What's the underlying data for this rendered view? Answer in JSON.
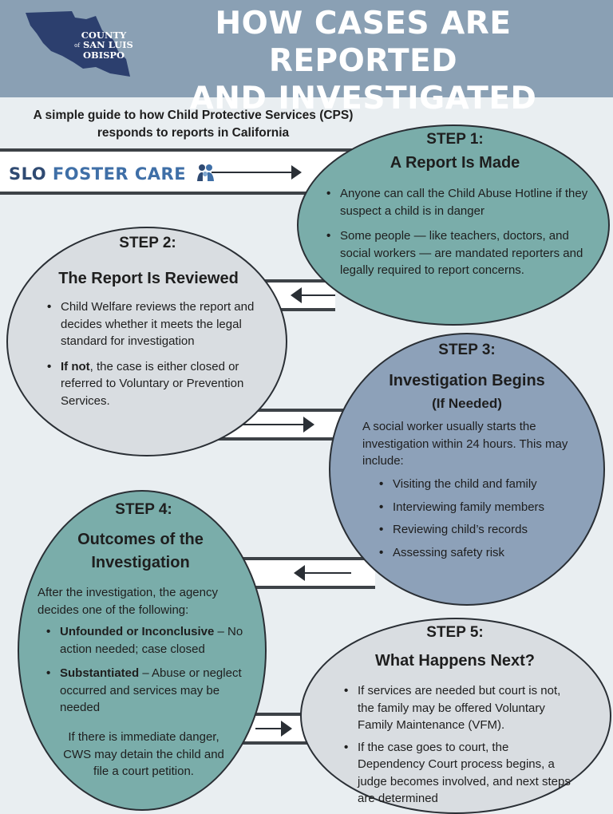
{
  "header": {
    "title_line1": "HOW CASES ARE REPORTED",
    "title_line2": "AND INVESTIGATED",
    "logo_line1": "COUNTY",
    "logo_line2": "SAN LUIS",
    "logo_line3": "OBISPO",
    "logo_mark": "of"
  },
  "subtitle": {
    "line1": "A simple guide to how Child Protective Services (CPS)",
    "line2": "responds to reports in California"
  },
  "brand": {
    "part1": "SLO ",
    "part2": "FOSTER CARE"
  },
  "colors": {
    "header": "#8aa0b4",
    "teal": "#7aadaa",
    "light_gray": "#d9dde1",
    "slate_blue": "#8da1b9",
    "brand_navy": "#2f4a72"
  },
  "step1": {
    "number": "STEP 1:",
    "title": "A Report Is Made",
    "bullets": [
      "Anyone can call the Child Abuse Hotline if they suspect a child is in danger",
      "Some people — like teachers, doctors, and social workers — are mandated reporters and legally required to report concerns."
    ]
  },
  "step2": {
    "number": "STEP 2:",
    "title": "The Report Is Reviewed",
    "bullet1": "Child Welfare reviews the report and decides whether it meets the legal standard for investigation",
    "bullet2_bold": "If not",
    "bullet2_rest": ", the case is either closed or referred to Voluntary or Prevention Services."
  },
  "step3": {
    "number": "STEP 3:",
    "title": "Investigation Begins",
    "subtitle": "(If Needed)",
    "intro": "A social worker usually starts the investigation within 24 hours. This may include:",
    "bullets": [
      "Visiting the child and family",
      "Interviewing family members",
      "Reviewing child’s records",
      "Assessing safety  risk"
    ]
  },
  "step4": {
    "number": "STEP 4:",
    "title_line1": "Outcomes of the",
    "title_line2": "Investigation",
    "intro": "After the investigation, the agency decides one of the following:",
    "outcome1_bold": "Unfounded or Inconclusive",
    "outcome1_rest": " – No action needed; case closed",
    "outcome2_bold": "Substantiated",
    "outcome2_rest": " – Abuse or neglect occurred and services may be needed",
    "note": "If there is immediate danger, CWS may detain the child and file a court petition."
  },
  "step5": {
    "number": "STEP 5:",
    "title": "What Happens Next?",
    "bullets": [
      "If services are needed but court is not, the family may be offered Voluntary Family Maintenance (VFM).",
      "If the case goes to court, the Dependency Court process begins, a judge becomes involved, and next steps are determined"
    ]
  }
}
